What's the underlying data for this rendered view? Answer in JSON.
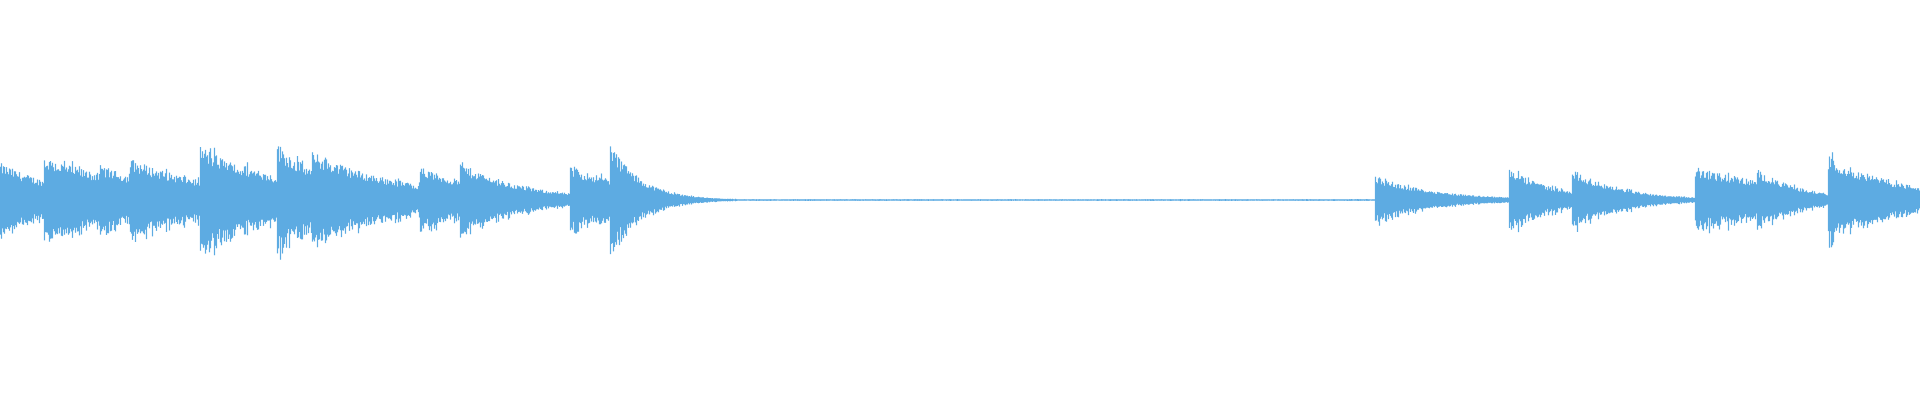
{
  "chart_data": {
    "type": "area",
    "title": "",
    "xlabel": "",
    "ylabel": "",
    "grid": false,
    "legend": "none",
    "color": "#5dabe2",
    "background": "#ffffff",
    "total_bins": 1920,
    "amplitude_range": [
      -1,
      1
    ],
    "silence_level": 0.004,
    "segments": [
      {
        "start": 0,
        "peak": 0.17,
        "end_level": 0.09
      },
      {
        "start": 44,
        "peak": 0.2,
        "end_level": 0.12
      },
      {
        "start": 100,
        "peak": 0.16,
        "end_level": 0.11
      },
      {
        "start": 130,
        "peak": 0.19,
        "end_level": 0.09
      },
      {
        "start": 200,
        "peak": 0.25,
        "end_level": 0.15
      },
      {
        "start": 243,
        "peak": 0.16,
        "end_level": 0.11
      },
      {
        "start": 277,
        "peak": 0.26,
        "end_level": 0.14
      },
      {
        "start": 312,
        "peak": 0.22,
        "end_level": 0.07
      },
      {
        "start": 420,
        "peak": 0.15,
        "end_level": 0.09
      },
      {
        "start": 460,
        "peak": 0.17,
        "end_level": 0.03
      },
      {
        "start": 570,
        "peak": 0.15,
        "end_level": 0.1
      },
      {
        "start": 610,
        "peak": 0.26,
        "end_level": 0.004,
        "decay_bins": 130
      },
      {
        "start": 1375,
        "peak": 0.11,
        "end_level": 0.012
      },
      {
        "start": 1509,
        "peak": 0.14,
        "end_level": 0.04
      },
      {
        "start": 1572,
        "peak": 0.14,
        "end_level": 0.012
      },
      {
        "start": 1695,
        "peak": 0.15,
        "end_level": 0.09
      },
      {
        "start": 1757,
        "peak": 0.14,
        "end_level": 0.03
      },
      {
        "start": 1828,
        "peak": 0.2,
        "end_level": 0.06
      }
    ]
  }
}
